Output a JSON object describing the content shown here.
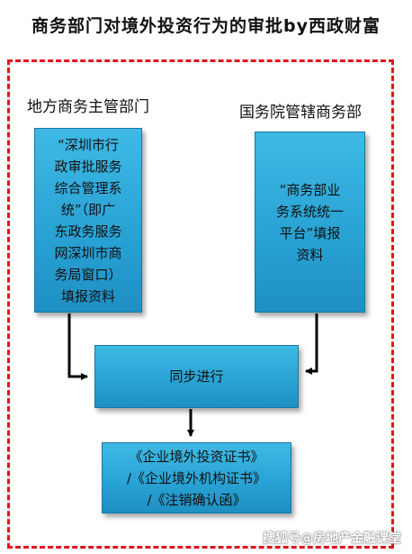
{
  "title": "商务部门对境外投资行为的审批by西政财富",
  "left_heading": "地方商务主管部门",
  "right_heading": "国务院管辖商务部",
  "left_box_lines": [
    "“深圳市行",
    "政审批服务",
    "综合管理系",
    "统”（即广",
    "东政务服务",
    "网深圳市商",
    "务局窗口）",
    "填报资料"
  ],
  "right_box_lines": [
    "“商务部业",
    "务系统统一",
    "平台”填报",
    "资料"
  ],
  "middle_box": "同步进行",
  "bottom_box_lines": [
    "《企业境外投资证书》",
    "/《企业境外机构证书》",
    "/《注销确认函》"
  ],
  "watermark": "搜狐号@房地产金融课堂",
  "colors": {
    "box_fill": "#2aa3d5",
    "frame_border": "#e0141e"
  }
}
